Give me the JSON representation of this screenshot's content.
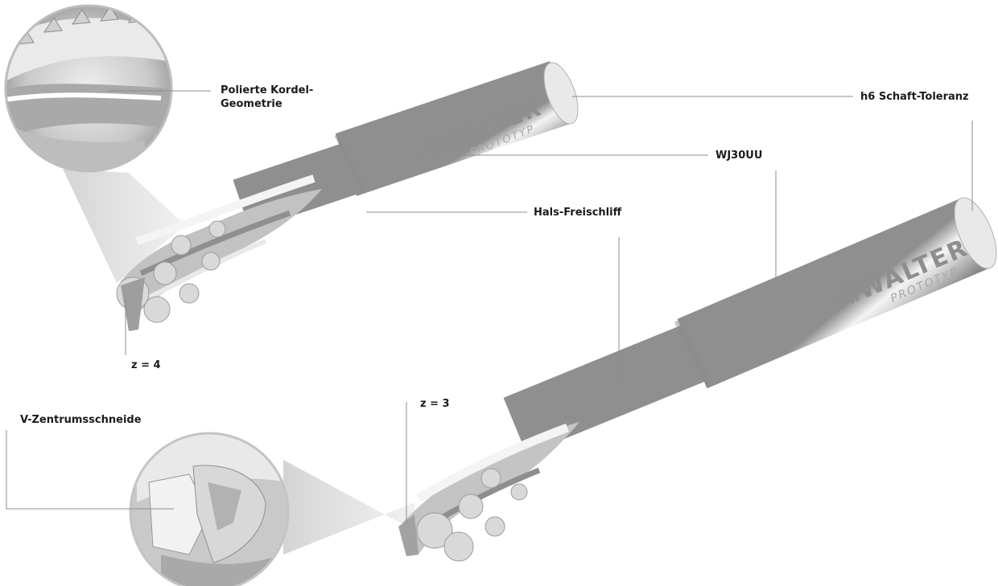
{
  "labels": {
    "polierte_line1": "Polierte Kordel-",
    "polierte_line2": "Geometrie",
    "h6": "h6 Schaft-Toleranz",
    "wj": "WJ30UU",
    "hals": "Hals-Freischliff",
    "z4": "z = 4",
    "vz": "V-Zentrumsschneide",
    "z3": "z = 3"
  },
  "branding": {
    "brand": "WALTER",
    "sub": "PROTOTYP"
  },
  "colors": {
    "text": "#1b1b1b",
    "line": "#8c8c8c",
    "metal_dark": "#9a9a9a",
    "metal_light": "#f4f4f4"
  }
}
